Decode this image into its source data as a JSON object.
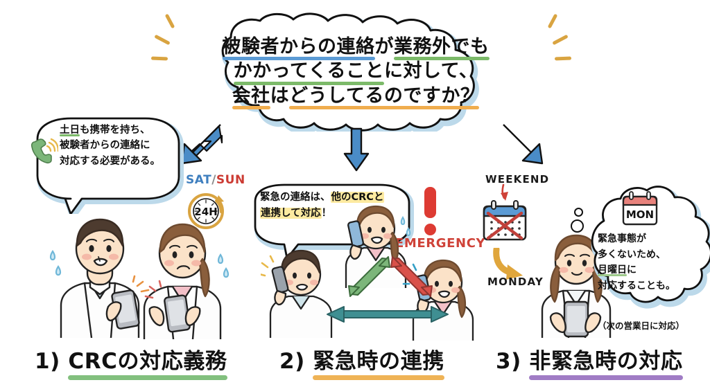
{
  "title": "CRC 業務外連絡 対応インフォグラフィック",
  "question_bubble": {
    "name": "main-question-cloud",
    "lines": [
      [
        {
          "text": "被験者からの連絡",
          "underline": "blue"
        },
        {
          "text": "が",
          "underline": "none"
        },
        {
          "text": "業務外でも",
          "underline": "green"
        }
      ],
      [
        {
          "text": "かかってくること",
          "underline": "green"
        },
        {
          "text": "に対して、",
          "underline": "none"
        }
      ],
      [
        {
          "text": "会社",
          "underline": "orange"
        },
        {
          "text": "は",
          "underline": "none"
        },
        {
          "text": "どうしてるのですか？",
          "underline": "orange"
        }
      ]
    ],
    "full_text": "被験者からの連絡が業務外でもかかってくることに対して、会社はどうしてるのですか？"
  },
  "panels": [
    {
      "id": "panel-1",
      "caption": "1) CRCの対応義務",
      "caption_number": "1)",
      "caption_body": "CRCの対応義務",
      "caption_underline_color": "#82c07e",
      "bubble": {
        "type": "speech",
        "icon": "phone-ringing-icon",
        "lines": [
          [
            {
              "text": "土日",
              "underline": "green"
            },
            {
              "text": "も携帯を持ち、",
              "underline": "none"
            }
          ],
          [
            {
              "text": "被験者からの連絡に",
              "underline": "none"
            }
          ],
          [
            {
              "text": "対応する必要がある。",
              "underline": "none"
            }
          ]
        ],
        "full_text": "土日も携帯を持ち、被験者からの連絡に対応する必要がある。"
      },
      "badges": {
        "sat": "SAT",
        "slash": "/",
        "sun": "SUN",
        "clock": "24H"
      },
      "characters": [
        "worried-male-crc-with-phone",
        "worried-female-crc-with-phone"
      ]
    },
    {
      "id": "panel-2",
      "caption": "2) 緊急時の連携",
      "caption_number": "2)",
      "caption_body": "緊急時の連携",
      "caption_underline_color": "#efb356",
      "bubble": {
        "type": "speech",
        "lines": [
          [
            {
              "text": "緊急の連絡は、",
              "highlight": false
            },
            {
              "text": "他のCRCと",
              "highlight": true
            }
          ],
          [
            {
              "text": "連携して対応",
              "highlight": true
            },
            {
              "text": "！",
              "highlight": false
            }
          ]
        ],
        "full_text": "緊急の連絡は、他のCRCと連携して対応！"
      },
      "badges": {
        "exclamation": "!",
        "emergency": "EMERGENCY"
      },
      "characters": [
        "male-crc-on-phone",
        "female-crc-on-phone-top",
        "female-crc-on-phone-right"
      ],
      "arrows": [
        {
          "name": "link-arrow-green",
          "color": "#7cb67a"
        },
        {
          "name": "link-arrow-red",
          "color": "#d9514a"
        },
        {
          "name": "link-arrow-teal",
          "color": "#3f8f92"
        }
      ]
    },
    {
      "id": "panel-3",
      "caption": "3) 非緊急時の対応",
      "caption_number": "3)",
      "caption_body": "非緊急時の対応",
      "caption_underline_color": "#a07cc5",
      "labels": {
        "weekend": "WEEKEND",
        "monday": "MONDAY",
        "calendar_mon": "MON"
      },
      "bubble": {
        "type": "thought",
        "lines": [
          [
            {
              "text": "緊急事態が",
              "underline": "none"
            }
          ],
          [
            {
              "text": "多くないため、",
              "underline": "none"
            }
          ],
          [
            {
              "text": "月曜日",
              "underline": "green"
            },
            {
              "text": "に",
              "underline": "none"
            }
          ],
          [
            {
              "text": "対応することも。",
              "underline": "none"
            }
          ]
        ],
        "full_text": "緊急事態が多くないため、月曜日に対応することも。"
      },
      "note": "（次の営業日に対応）",
      "characters": [
        "calm-female-crc-with-phone"
      ]
    }
  ],
  "colors": {
    "underline_blue": "#5b9bd5",
    "underline_green": "#7cba69",
    "underline_orange": "#f0ad4e",
    "highlight_yellow": "#fdeaa0",
    "emergency_red": "#cf4238",
    "arrow_blue": "#4a8cc7",
    "bubble_shadow_blue": "#bcd9ea",
    "sat_blue": "#3f7fbf",
    "sun_red": "#cc3b33",
    "clock_gold": "#d9a441",
    "caption1_green": "#82c07e",
    "caption2_orange": "#efb356",
    "caption3_purple": "#a07cc5",
    "skin": "#fbe2c8",
    "coat_white": "#ffffff",
    "hair_dark": "#4d3b2f",
    "hair_brown": "#8a5e3c"
  }
}
